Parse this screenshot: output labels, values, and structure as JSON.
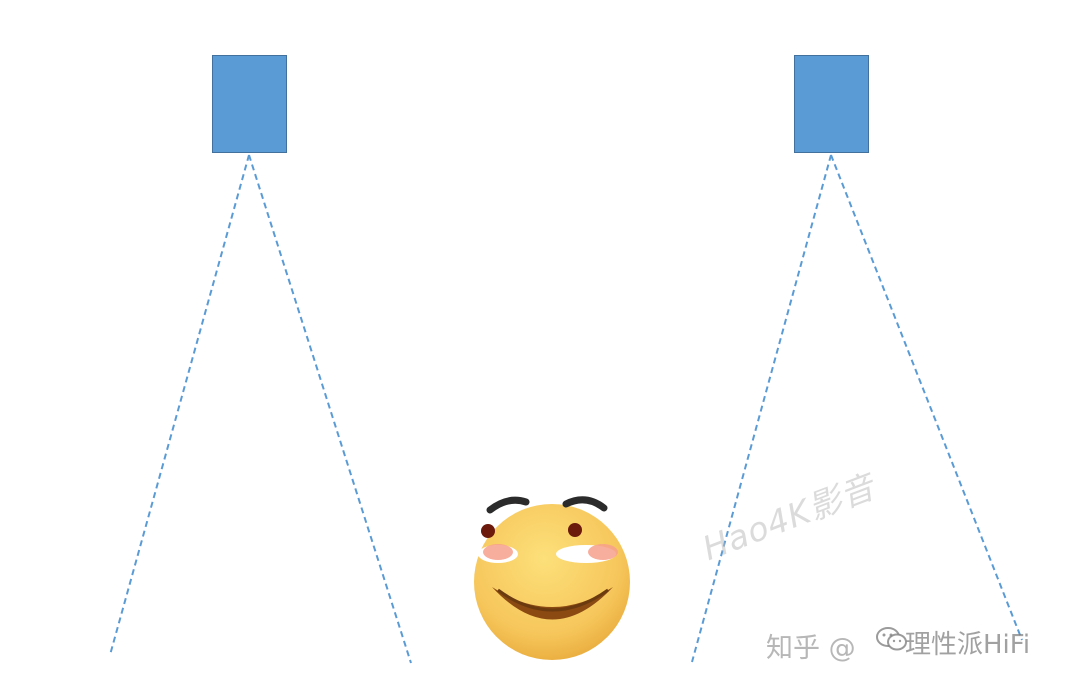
{
  "diagram": {
    "speakers": [
      {
        "name": "left",
        "color": "#5b9bd5"
      },
      {
        "name": "right",
        "color": "#5b9bd5"
      }
    ],
    "beam_line_color": "#5b9bd5",
    "beam_style": "dashed"
  },
  "emoji": {
    "icon": "smirking-face-icon",
    "face_color": "#f6c65b"
  },
  "watermarks": {
    "diagonal_text": "Hao4K影音",
    "zhihu_text": "知乎 @",
    "wechat_icon": "wechat-icon",
    "wechat_text": "理性派HiFi"
  }
}
